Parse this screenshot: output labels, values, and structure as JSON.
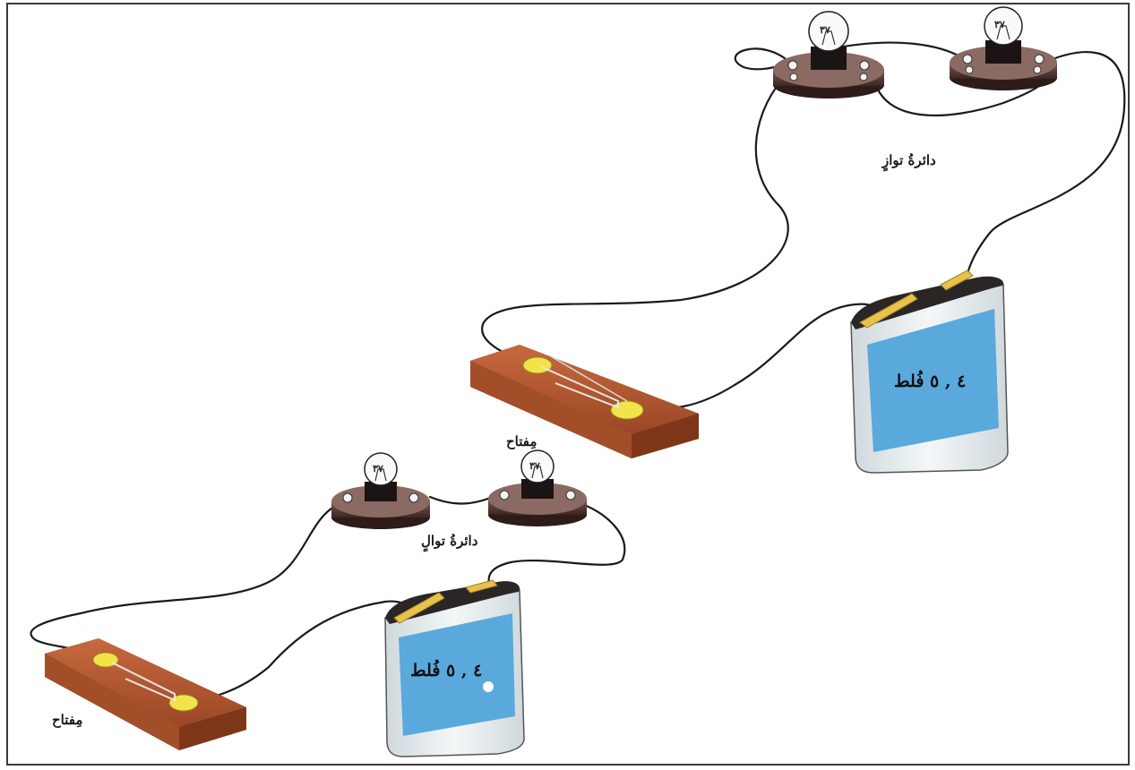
{
  "figure": {
    "parallel_circuit_label": "دائرةُ توازٍ",
    "series_circuit_label": "دائرةُ توالٍ",
    "switch_label_top": "مِفتاح",
    "switch_label_bottom": "مِفتاح",
    "battery_label_top": "٤ , ٥ فُلط",
    "battery_label_bottom": "٤ , ٥ فُلط",
    "bulb_labels": [
      "٣٧",
      "٣٧",
      "٣٧",
      "٣٧"
    ]
  },
  "colors": {
    "frame": "#3a3a3a",
    "wire": "#1a1a1a",
    "battery_face": "#5aa9dc",
    "battery_body": "#e9eef0",
    "battery_top": "#2a2626",
    "terminal": "#e8c24a",
    "wood": "#b85a32",
    "contact": "#f2e34a",
    "bulb_base": "#5a3c36"
  }
}
